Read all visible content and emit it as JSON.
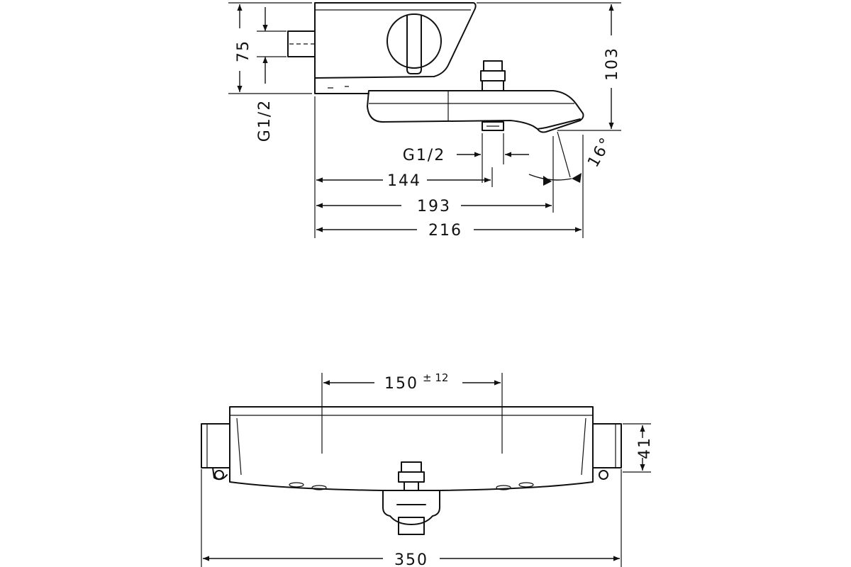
{
  "side_view": {
    "dimensions": {
      "height_75": "75",
      "height_103": "103",
      "thread_inlet": "G1/2",
      "thread_outlet": "G1/2",
      "len_144": "144",
      "len_193": "193",
      "len_216": "216",
      "angle": "16°"
    }
  },
  "front_view": {
    "dimensions": {
      "spacing_value": "150",
      "spacing_tolerance": "± 12",
      "height_41": "41",
      "width_350": "350"
    }
  }
}
